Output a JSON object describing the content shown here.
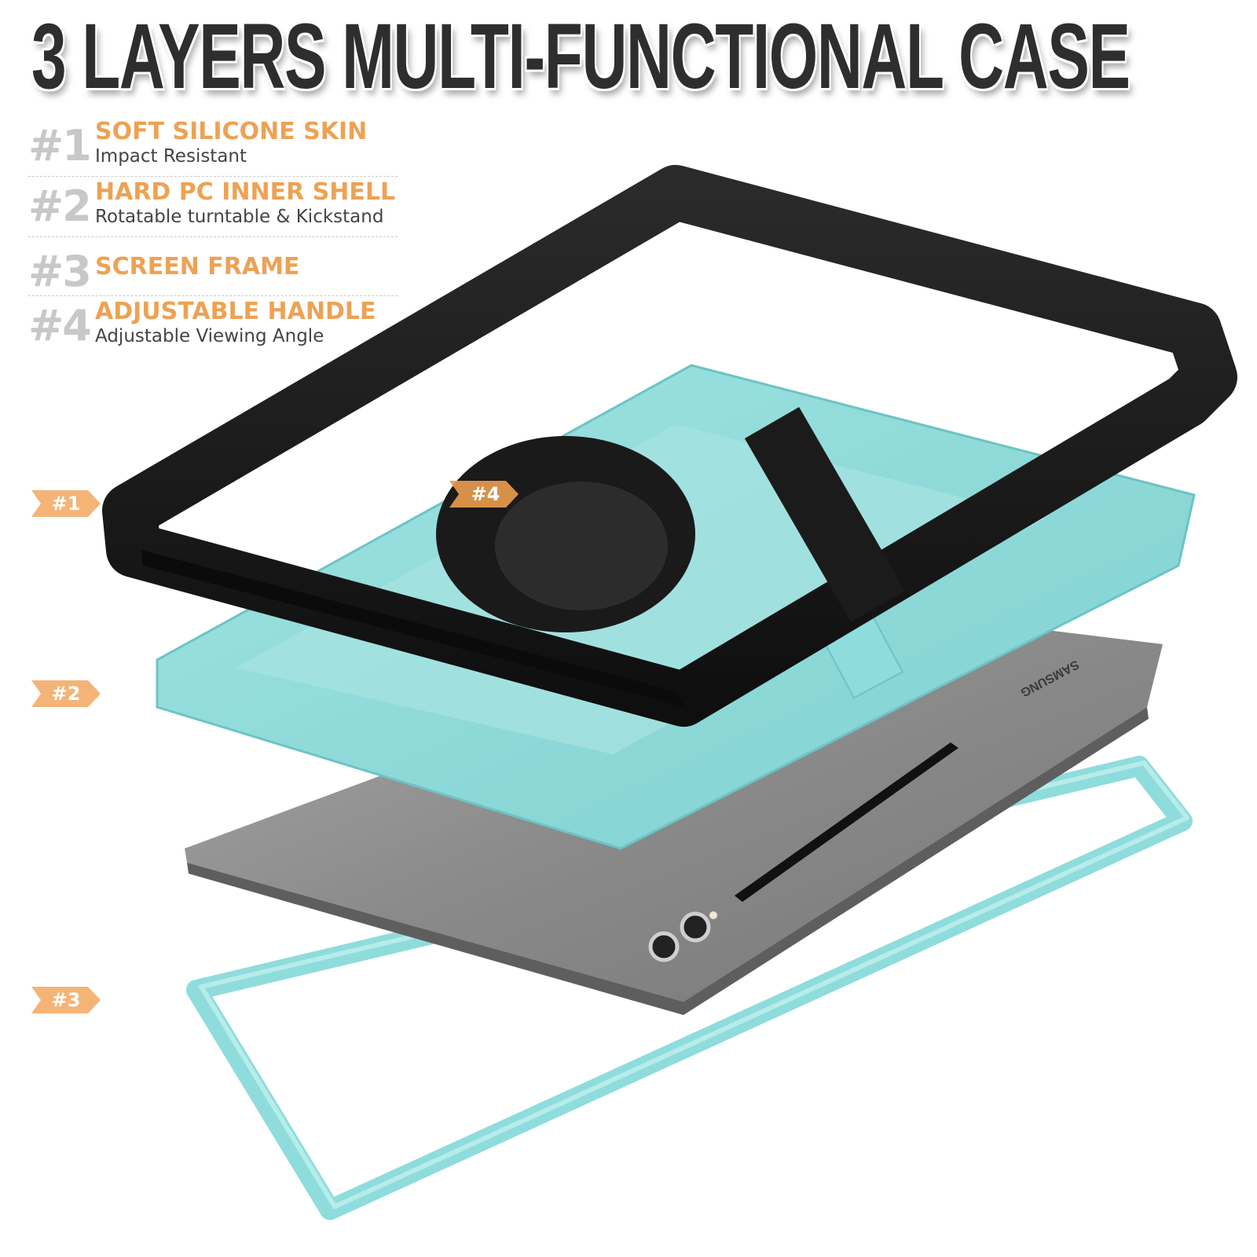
{
  "headline": {
    "text": "3 LAYERS MULTI-FUNCTIONAL CASE"
  },
  "features": [
    {
      "number": "#1",
      "title": "SOFT SILICONE SKIN",
      "subtitle": "Impact Resistant"
    },
    {
      "number": "#2",
      "title": "HARD PC INNER SHELL",
      "subtitle": "Rotatable turntable & Kickstand"
    },
    {
      "number": "#3",
      "title": "SCREEN FRAME",
      "subtitle": ""
    },
    {
      "number": "#4",
      "title": "ADJUSTABLE HANDLE",
      "subtitle": "Adjustable Viewing Angle"
    }
  ],
  "tags": [
    {
      "label": "#1"
    },
    {
      "label": "#2"
    },
    {
      "label": "#3"
    },
    {
      "label": "#4"
    }
  ],
  "product": {
    "brand_text": "SAMSUNG",
    "colors": {
      "accent_orange": "#eda254",
      "number_gray": "#c8c8c8",
      "silicone_black": "#1c1c1c",
      "shell_teal": "#8fdcdc",
      "tablet_gray": "#8a8a8a"
    }
  }
}
